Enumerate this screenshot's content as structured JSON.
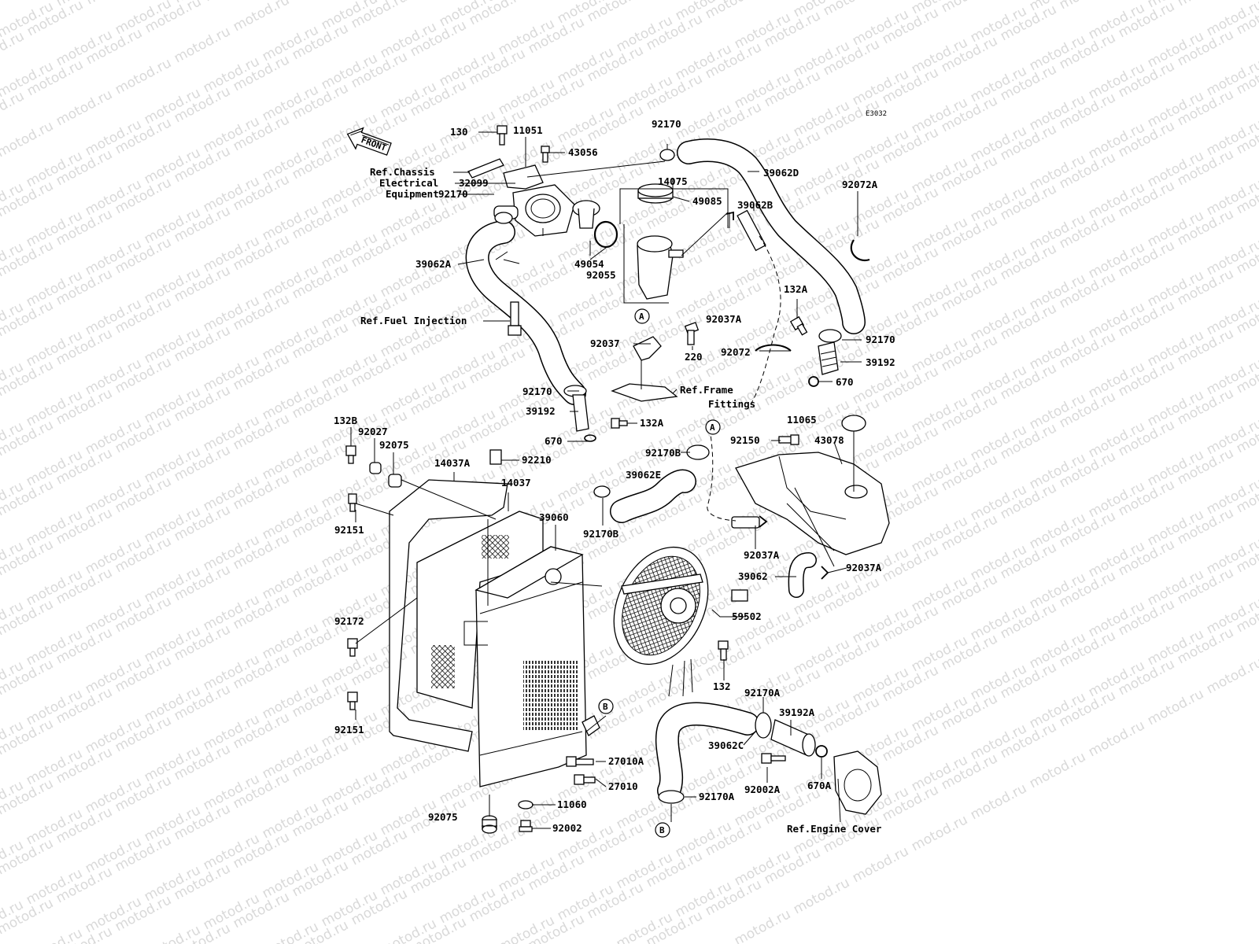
{
  "diagram_code": "E3032",
  "watermark": "motod.ru",
  "front_arrow": "FRONT",
  "refs": {
    "chassis": [
      "Ref.Chassis",
      "Electrical",
      "Equipment"
    ],
    "fuel": "Ref.Fuel Injection",
    "frame": [
      "Ref.Frame",
      "Fittings"
    ],
    "engine_cover": "Ref.Engine Cover"
  },
  "markers": {
    "a": "A",
    "b": "B"
  },
  "parts": {
    "p130": "130",
    "p11051": "11051",
    "p43056": "43056",
    "p32099": "32099",
    "p92170_tl": "92170",
    "p39062A": "39062A",
    "p49054": "49054",
    "p92055": "92055",
    "p14075": "14075",
    "p49085": "49085",
    "p92170_top": "92170",
    "p39062D": "39062D",
    "p92072A": "92072A",
    "p39062B": "39062B",
    "p92037A_mid": "92037A",
    "p132A_right": "132A",
    "p92170_right": "92170",
    "p92072": "92072",
    "p39192_right": "39192",
    "p670_right": "670",
    "p92037": "92037",
    "p220": "220",
    "p92170_mid": "92170",
    "p39192_mid": "39192",
    "p132A_mid": "132A",
    "p670_mid": "670",
    "p132B": "132B",
    "p92027": "92027",
    "p92075_top": "92075",
    "p14037A": "14037A",
    "p92210": "92210",
    "p14037": "14037",
    "p92151_top": "92151",
    "p39060": "39060",
    "p39062E": "39062E",
    "p92170B_top": "92170B",
    "p92170B_low": "92170B",
    "p11065": "11065",
    "p92150": "92150",
    "p43078": "43078",
    "p92037A_r1": "92037A",
    "p39062": "39062",
    "p92037A_r2": "92037A",
    "p59502": "59502",
    "p92172": "92172",
    "p132": "132",
    "p92170A_top": "92170A",
    "p39192A": "39192A",
    "p39062C": "39062C",
    "p92002A": "92002A",
    "p670A": "670A",
    "p92151_low": "92151",
    "p27010A": "27010A",
    "p27010": "27010",
    "p11060": "11060",
    "p92075_low": "92075",
    "p92002": "92002",
    "p92170A_low": "92170A"
  }
}
